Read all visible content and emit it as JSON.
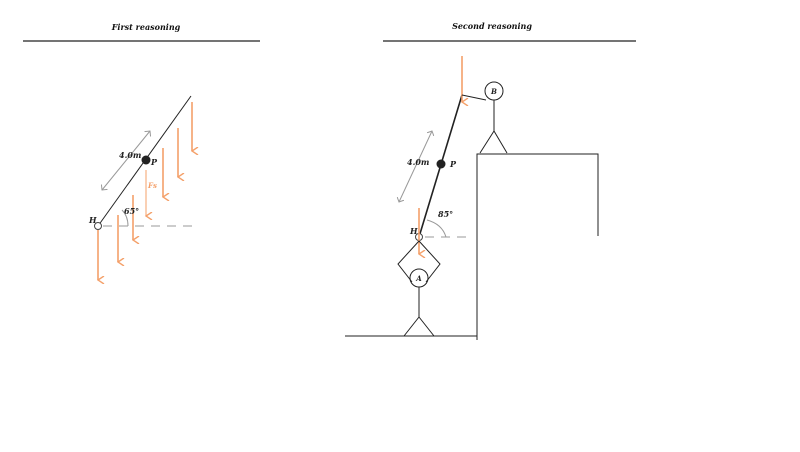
{
  "panels": [
    {
      "title": "First reasoning",
      "length_label": "4.0m",
      "point_label": "P",
      "hinge_label": "H",
      "angle_label": "65°",
      "force_label": "Fs"
    },
    {
      "title": "Second reasoning",
      "length_label": "4.0m",
      "point_label": "P",
      "hinge_label": "H",
      "angle_label": "85°",
      "person_a": "A",
      "person_b": "B"
    }
  ],
  "colors": {
    "force": "#f4a06a",
    "line": "#222222",
    "guide": "#999999"
  }
}
